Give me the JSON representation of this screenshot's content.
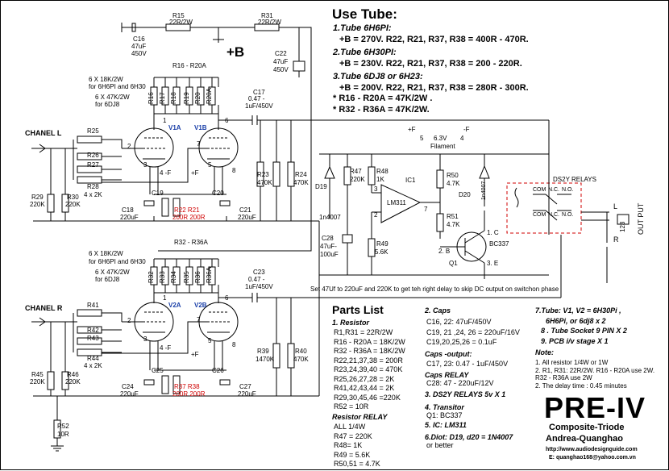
{
  "upper": {
    "c16": "C16",
    "c16_val": "47uF",
    "c16_v": "450V",
    "r15": "R15",
    "r15_val": "22R/2W",
    "r31": "R31",
    "r31_val": "22R/2W",
    "plus_b": "+B",
    "c22": "C22",
    "c22_val": "47uF",
    "c22_v": "450V",
    "range": "R16 - R20A",
    "note1": "6 X 18K/2W",
    "note2": "for 6H6PI and 6H30",
    "note3": "6 X 47K/2W",
    "note4": "for 6DJ8",
    "anode_res": [
      "R16",
      "R17",
      "R18",
      "R19",
      "R20",
      "R20A"
    ],
    "c17": "C17",
    "c17_val": "0.47 -",
    "c17_v": "1uF/450V",
    "pin1": "1",
    "pin6": "6",
    "v1a": "V1A",
    "v1b": "V1B",
    "chanel": "CHANEL L",
    "r25": "R25",
    "r26": "R26",
    "r27": "R27",
    "r28": "R28",
    "r28_val": "4 x 2K",
    "pin2": "2",
    "pin7": "7",
    "pin3": "3",
    "pin5": "5",
    "pin8": "8",
    "f1": "4 -F",
    "f2": "+F",
    "r29": "R29",
    "r29_val": "220K",
    "r30": "R30",
    "r30_val": "220K",
    "c19": "C19",
    "c20": "C20",
    "c18": "C18",
    "c18_val": "220uF",
    "r22_r21": "R22  R21",
    "r22_r21_val": "200R 200R",
    "c21": "C21",
    "c21_val": "220uF",
    "r23": "R23",
    "r23_val": "470K",
    "r24": "R24",
    "r24_val": "470K"
  },
  "lower": {
    "range": "R32 - R36A",
    "note1": "6 X 18K/2W",
    "note2": "for 6H6PI and 6H30",
    "note3": "6 X 47K/2W",
    "note4": "for 6DJ8",
    "anode_res": [
      "R32",
      "R33",
      "R34",
      "R35",
      "R36",
      "R36A"
    ],
    "c23": "C23",
    "c23_val": "0.47 -",
    "c23_v": "1uF/450V",
    "pin1": "1",
    "pin6": "6",
    "v2a": "V2A",
    "v2b": "V2B",
    "chanel": "CHANEL R",
    "r41": "R41",
    "r42": "R42",
    "r43": "R43",
    "r44": "R44",
    "r44_val": "4 x 2K",
    "pin2": "2",
    "pin7": "7",
    "pin3": "3",
    "pin5": "5",
    "pin8": "8",
    "f1": "4 -F",
    "f2": "+F",
    "r45": "R45",
    "r45_val": "220K",
    "r46": "R46",
    "r46_val": "220K",
    "c25": "C25",
    "c26": "C26",
    "c24": "C24",
    "c24_val": "220uF",
    "r37_r38": "R37  R38",
    "r37_r38_val": "200R 200R",
    "c27": "C27",
    "c27_val": "220uF",
    "r39": "R39",
    "r39_val": "1470K",
    "r40": "R40",
    "r40_val": "470K",
    "r52": "R52",
    "r52_val": "10R"
  },
  "use_tube": {
    "title": "Use Tube:",
    "t1": "1.Tube 6H6PI:",
    "t1_val": "+B = 270V.  R22, R21, R37, R38 = 400R - 470R.",
    "t2": "2.Tube 6H30PI:",
    "t2_val": "+B = 230V.  R22, R21, R37, R38 = 200 - 220R.",
    "t3": "3.Tube 6DJ8 or 6H23:",
    "t3_val": "+B = 200V.  R22, R21, R37, R38 = 280R - 300R.",
    "n1": "* R16 - R20A = 47K/2W .",
    "n2": "* R32 - R36A = 47K/2W."
  },
  "delay": {
    "plus_f": "+F",
    "pin5": "5",
    "fil_v": "6.3V",
    "fil": "Filament",
    "minus_f": "-F",
    "pin4": "4",
    "r47": "R47",
    "r47_val": "220K",
    "r48": "R48",
    "r48_val": "1K",
    "ic1": "IC1",
    "d19": "D19",
    "d19_val": "1n4007",
    "ic_pin3": "3",
    "ic_pin2": "2",
    "ic_pin7": "7",
    "lm311": "LM311",
    "r50": "R50",
    "r50_val": "4.7K",
    "d20": "D20",
    "d20_val": "1n4007",
    "r51": "R51",
    "r51_val": "4.7K",
    "q_c": "1. C",
    "bc337": "BC337",
    "q_b": "2. B",
    "q_e": "3. E",
    "q1": "Q1",
    "c28": "C28",
    "c28_val": "47uF-",
    "c28_v": "100uF",
    "r49": "R49",
    "r49_val": "5.6K",
    "note": "Set 47Uf to 220uF and 220K to get teh right delay to skip DC output on switchon phase"
  },
  "relay": {
    "title": "DS2Y RELAYS",
    "com": "COM",
    "nc": "N.C.",
    "no": "N.O.",
    "l": "L",
    "r": "R",
    "pins": "123",
    "out": "OUT PUT"
  },
  "parts": {
    "title": "Parts List",
    "resistor_title": "1. Resistor",
    "resistors": [
      "R1,R31 = 22R/2W",
      "R16 - R20A = 18K/2W",
      "R32 - R36A = 18K/2W",
      "R22,21,37,38 = 200R",
      "R23,24,39,40 = 470K",
      "R25,26,27,28 = 2K",
      "R41,42,43,44 = 2K",
      "R29,30,45,46 =220K",
      "R52 = 10R"
    ],
    "relay_res_title": "Resistor RELAY",
    "relay_res": [
      "ALL 1/4W",
      "R47 = 220K",
      "R48= 1K",
      "R49 = 5.6K",
      "R50,51 = 4.7K"
    ],
    "caps_title": "2. Caps",
    "caps": [
      "C16, 22:  47uF/450V",
      "C19, 21 ,24, 26 = 220uF/16V",
      "C19,20,25,26 = 0.1uF"
    ],
    "caps_out_title": "Caps -output:",
    "caps_out": "C17, 23: 0.47 - 1uF/450V",
    "caps_relay_title": "Caps RELAY",
    "caps_relay": "C28: 47 - 220uF/12V",
    "relays": "3. DS2Y RELAYS 5v X 1",
    "transistor_title": "4. Transitor",
    "transistor": "Q1:  BC337",
    "ic": "5. IC: LM311",
    "diot": "6.Diot: D19, d20 = 1N4007",
    "diot_better": "or better",
    "tube1": "7.Tube: V1, V2 = 6H30Pi ,",
    "tube2": "6H6Pi, or 6dj8 x 2",
    "socket": "8 . Tube Socket 9 PIN X 2",
    "pcb": "9. PCB i/v stage X  1"
  },
  "notes": {
    "title": "Note:",
    "lines": [
      "1. All resistor 1/4W or 1W",
      "2. R1, R31: 22R/2W. R16 - R20A use 2W.",
      "R32 - R36A use 2W",
      "2. The delay time : 0.45 minutes"
    ]
  },
  "title": {
    "main": "PRE-IV",
    "sub": "Composite-Triode",
    "author": "Andrea-Quanghao",
    "web": "http://www.audiodesignguide.com",
    "email": "E: quanghao168@yahoo.com.vn"
  }
}
